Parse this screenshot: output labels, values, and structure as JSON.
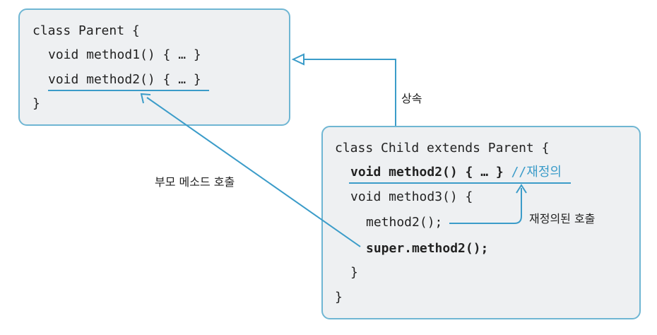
{
  "parent_class": {
    "line1": "class Parent {",
    "line2": "void method1() { … }",
    "line3": "void method2() { … }",
    "line4": "}"
  },
  "child_class": {
    "line1": "class Child extends Parent {",
    "line2_code": "void method2() { … }",
    "line2_comment": " //재정의",
    "line3": "void method3() {",
    "line4": "method2();",
    "line5": "super.method2();",
    "line6": "}",
    "line7": "}"
  },
  "labels": {
    "inheritance": "상속",
    "parent_method_call": "부모 메소드 호출",
    "overridden_call": "재정의된 호출"
  },
  "colors": {
    "box_border": "#6fb6d3",
    "box_fill": "#eef0f2",
    "arrow": "#3b9cc9",
    "comment": "#3b9cc9"
  }
}
